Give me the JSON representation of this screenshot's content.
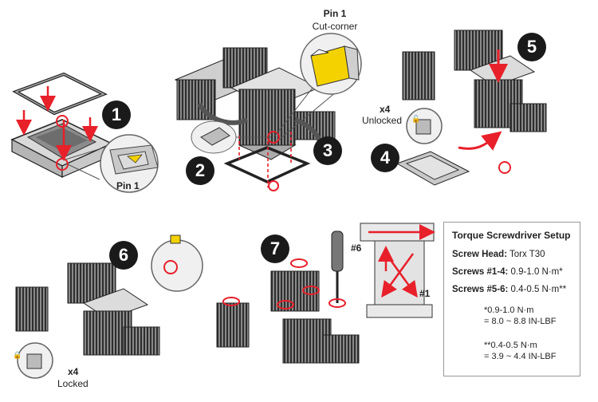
{
  "callouts": {
    "pin1_top_title": "Pin 1",
    "pin1_top_sub": "Cut-corner",
    "pin1_bottom": "Pin 1",
    "unlocked_count": "x4",
    "unlocked_label": "Unlocked",
    "locked_count": "x4",
    "locked_label": "Locked",
    "screw_6": "#6",
    "screw_1": "#1"
  },
  "steps": [
    "1",
    "2",
    "3",
    "4",
    "5",
    "6",
    "7"
  ],
  "torque_panel": {
    "title": "Torque Screwdriver Setup",
    "screw_head_label": "Screw Head:",
    "screw_head_value": "Torx T30",
    "screws_1_4_label": "Screws #1-4:",
    "screws_1_4_value": "0.9-1.0 N·m*",
    "screws_5_6_label": "Screws #5-6:",
    "screws_5_6_value": "0.4-0.5 N·m**",
    "note1_line1": "*0.9-1.0 N·m",
    "note1_line2": "= 8.0 ~ 8.8 IN-LBF",
    "note2_line1": "**0.4-0.5 N·m",
    "note2_line2": "= 3.9 ~ 4.4 IN-LBF"
  },
  "colors": {
    "arrow": "#e8202a",
    "highlight": "#f3d200",
    "ink": "#1a1a1a",
    "metal": "#9a9a9a",
    "fin": "#3a3a3a"
  }
}
